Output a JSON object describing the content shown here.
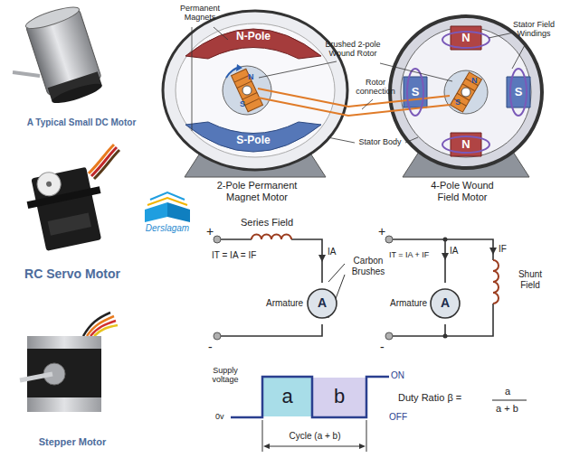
{
  "diagram": {
    "nodes": [
      {
        "text": [
          "N-Pole"
        ]
      },
      {
        "text": [
          "S-Pole"
        ]
      },
      {
        "text": [
          "N"
        ]
      },
      {
        "text": [
          "S"
        ]
      },
      {
        "text": [
          "S"
        ]
      },
      {
        "text": [
          "N"
        ]
      },
      {
        "text": [
          "A"
        ]
      },
      {
        "text": [
          "A"
        ]
      },
      {
        "text": [
          "a"
        ]
      },
      {
        "text": [
          "b"
        ]
      }
    ],
    "labels": [
      "A Typical Small DC Motor",
      "RC Servo Motor",
      "Stepper Motor",
      "Derslagam",
      "Permanent Magnets",
      "Brushed 2-pole Wound Rotor",
      "Rotor connection",
      "Stator Field Windings",
      "Stator Body",
      "2-Pole Permanent Magnet Motor",
      "4-Pole Wound Field Motor",
      "N",
      "S",
      "N",
      "S",
      "+",
      "Series Field",
      "IT = IA = IF",
      "IA",
      "Carbon Brushes",
      "Armature",
      "-",
      "+",
      "IT = IA + IF",
      "IA",
      "IF",
      "Shunt Field",
      "Armature",
      "-",
      "Supply voltage",
      "0v",
      "ON",
      "OFF",
      "Duty Ratio β =",
      "a",
      "a + b",
      "Cycle (a + b)"
    ]
  }
}
